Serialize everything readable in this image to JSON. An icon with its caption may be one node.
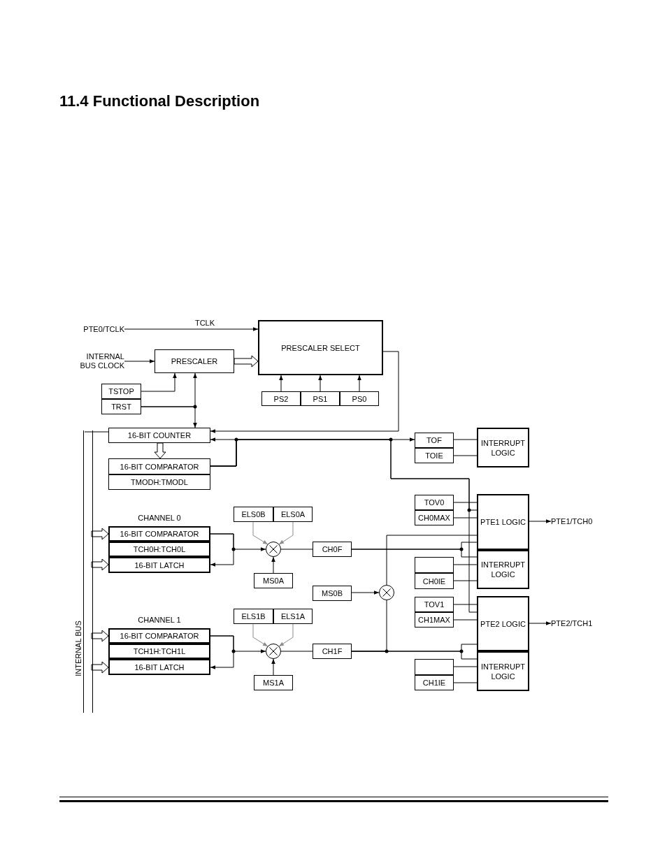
{
  "diagram": {
    "title": "11.4 Functional Description",
    "nodes": [
      {
        "text": [
          "PTE0/TCLK"
        ]
      },
      {
        "text": [
          "INTERNAL BUS CLOCK"
        ]
      },
      {
        "text": [
          "PRESCALER"
        ]
      },
      {
        "text": [
          "PRESCALER SELECT"
        ]
      },
      {
        "text": [
          "PS2"
        ]
      },
      {
        "text": [
          "PS1"
        ]
      },
      {
        "text": [
          "PS0"
        ]
      },
      {
        "text": [
          "TSTOP"
        ]
      },
      {
        "text": [
          "TRST"
        ]
      },
      {
        "text": [
          "16-BIT COUNTER"
        ]
      },
      {
        "text": [
          "16-BIT COMPARATOR"
        ]
      },
      {
        "text": [
          "TMODH:TMODL"
        ]
      },
      {
        "text": [
          "16-BIT COMPARATOR"
        ]
      },
      {
        "text": [
          "TCH0H:TCH0L"
        ]
      },
      {
        "text": [
          "16-BIT LATCH"
        ]
      },
      {
        "text": [
          "ELS0B"
        ]
      },
      {
        "text": [
          "ELS0A"
        ]
      },
      {
        "text": [],
        "shape": "circle"
      },
      {
        "text": [
          "MS0A"
        ]
      },
      {
        "text": [
          "CH0F"
        ]
      },
      {
        "text": [
          "MS0B"
        ]
      },
      {
        "text": [],
        "shape": "circle"
      },
      {
        "text": [
          "16-BIT COMPARATOR"
        ]
      },
      {
        "text": [
          "TCH1H:TCH1L"
        ]
      },
      {
        "text": [
          "16-BIT LATCH"
        ]
      },
      {
        "text": [
          "ELS1B"
        ]
      },
      {
        "text": [
          "ELS1A"
        ]
      },
      {
        "text": [],
        "shape": "circle"
      },
      {
        "text": [
          "MS1A"
        ]
      },
      {
        "text": [
          "CH1F"
        ]
      },
      {
        "text": [
          "TOF"
        ]
      },
      {
        "text": [
          "TOIE"
        ]
      },
      {
        "text": [
          "INTERRUPT LOGIC"
        ]
      },
      {
        "text": [
          "TOV0"
        ]
      },
      {
        "text": [
          "CH0MAX"
        ]
      },
      {
        "text": [
          "PTE1 LOGIC"
        ]
      },
      {
        "text": [
          "INTERRUPT LOGIC"
        ]
      },
      {
        "text": [],
        "shape": "box"
      },
      {
        "text": [
          "CH0IE"
        ]
      },
      {
        "text": [
          "TOV1"
        ]
      },
      {
        "text": [
          "CH1MAX"
        ]
      },
      {
        "text": [
          "PTE2 LOGIC"
        ]
      },
      {
        "text": [
          "INTERRUPT LOGIC"
        ]
      },
      {
        "text": [],
        "shape": "box"
      },
      {
        "text": [
          "CH1IE"
        ]
      },
      {
        "text": [
          "PTE1/TCH0"
        ]
      },
      {
        "text": [
          "PTE2/TCH1"
        ]
      },
      {
        "text": [
          "INTERNAL BUS"
        ]
      }
    ],
    "edges": [
      {
        "from": 0,
        "to": 3,
        "arrow": "to",
        "label": "TCLK"
      },
      {
        "from": 1,
        "to": 2,
        "arrow": "to"
      },
      {
        "from": 2,
        "to": 3,
        "arrow": "to",
        "style": "thick"
      },
      {
        "from": 4,
        "to": 3,
        "arrow": "to"
      },
      {
        "from": 5,
        "to": 3,
        "arrow": "to"
      },
      {
        "from": 6,
        "to": 3,
        "arrow": "to"
      },
      {
        "from": 7,
        "to": 2,
        "arrow": "to"
      },
      {
        "from": 8,
        "to": 2,
        "arrow": "to"
      },
      {
        "from": 8,
        "to": 9,
        "arrow": "to"
      },
      {
        "from": 3,
        "to": 9,
        "arrow": "to"
      },
      {
        "from": 9,
        "to": 10,
        "arrow": "to",
        "style": "thick"
      },
      {
        "from": 10,
        "to": 9,
        "arrow": "to"
      },
      {
        "from": 10,
        "to": 30,
        "arrow": "to"
      },
      {
        "from": 10,
        "to": 35,
        "arrow": "none"
      },
      {
        "from": 10,
        "to": 41,
        "arrow": "none"
      },
      {
        "from": 30,
        "to": 32,
        "arrow": "none"
      },
      {
        "from": 31,
        "to": 32,
        "arrow": "none"
      },
      {
        "from": 33,
        "to": 35,
        "arrow": "none"
      },
      {
        "from": 34,
        "to": 35,
        "arrow": "none"
      },
      {
        "from": 35,
        "to": 45,
        "arrow": "to"
      },
      {
        "from": 9,
        "to": 47,
        "arrow": "none"
      },
      {
        "from": 47,
        "to": 12,
        "arrow": "to",
        "style": "thick"
      },
      {
        "from": 47,
        "to": 14,
        "arrow": "to",
        "style": "thick"
      },
      {
        "from": 47,
        "to": 22,
        "arrow": "to",
        "style": "thick"
      },
      {
        "from": 47,
        "to": 24,
        "arrow": "to",
        "style": "thick"
      },
      {
        "from": 12,
        "to": 14,
        "arrow": "to"
      },
      {
        "from": 12,
        "to": 17,
        "arrow": "to"
      },
      {
        "from": 15,
        "to": 17,
        "arrow": "to",
        "color": "#8c8c8c"
      },
      {
        "from": 16,
        "to": 17,
        "arrow": "to",
        "color": "#8c8c8c"
      },
      {
        "from": 18,
        "to": 17,
        "arrow": "to"
      },
      {
        "from": 17,
        "to": 19,
        "arrow": "none"
      },
      {
        "from": 19,
        "to": 35,
        "arrow": "none"
      },
      {
        "from": 19,
        "to": 36,
        "arrow": "none"
      },
      {
        "from": 37,
        "to": 36,
        "arrow": "none"
      },
      {
        "from": 38,
        "to": 36,
        "arrow": "none"
      },
      {
        "from": 20,
        "to": 21,
        "arrow": "to"
      },
      {
        "from": 21,
        "to": 35,
        "arrow": "none"
      },
      {
        "from": 29,
        "to": 21,
        "arrow": "none"
      },
      {
        "from": 22,
        "to": 24,
        "arrow": "to"
      },
      {
        "from": 22,
        "to": 27,
        "arrow": "to"
      },
      {
        "from": 25,
        "to": 27,
        "arrow": "to",
        "color": "#8c8c8c"
      },
      {
        "from": 26,
        "to": 27,
        "arrow": "to",
        "color": "#8c8c8c"
      },
      {
        "from": 28,
        "to": 27,
        "arrow": "to"
      },
      {
        "from": 27,
        "to": 29,
        "arrow": "none"
      },
      {
        "from": 29,
        "to": 41,
        "arrow": "none"
      },
      {
        "from": 29,
        "to": 42,
        "arrow": "none"
      },
      {
        "from": 39,
        "to": 41,
        "arrow": "none"
      },
      {
        "from": 40,
        "to": 41,
        "arrow": "none"
      },
      {
        "from": 43,
        "to": 42,
        "arrow": "none"
      },
      {
        "from": 44,
        "to": 42,
        "arrow": "none"
      },
      {
        "from": 41,
        "to": 46,
        "arrow": "to"
      }
    ],
    "labels": [
      "CHANNEL 0",
      "CHANNEL 1"
    ]
  }
}
